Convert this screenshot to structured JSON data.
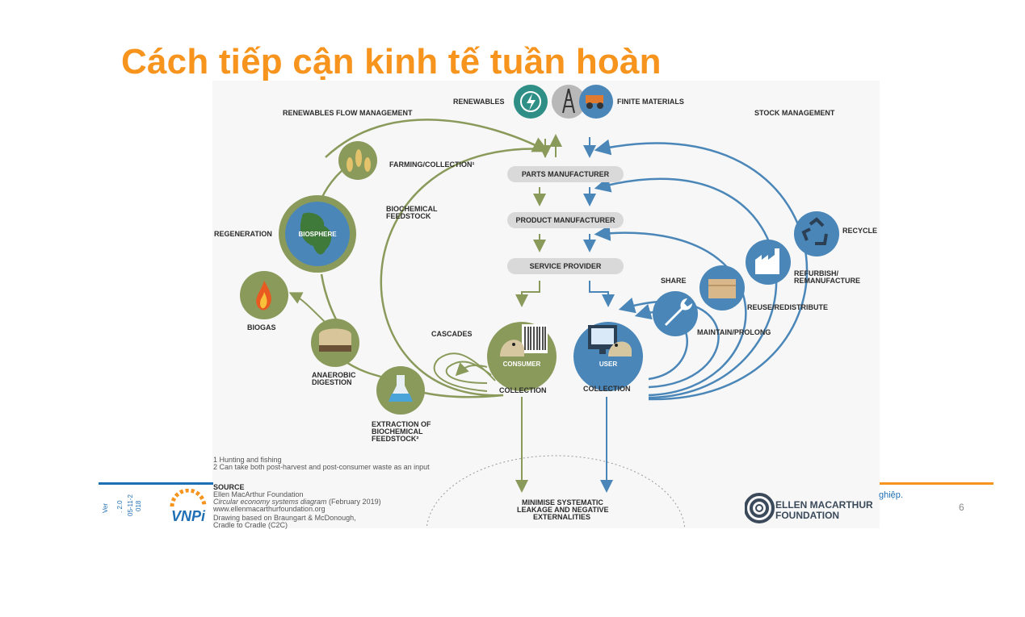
{
  "slide": {
    "title": "Cách tiếp cận kinh tế tuần hoàn",
    "footer_text": "ghiệp.",
    "page_number": "6",
    "version_lines": [
      "Ver",
      ". 2.0",
      "05-11-2",
      "018"
    ],
    "vnpi_logo_text": "VNPi"
  },
  "diagram": {
    "top": {
      "renewables": "RENEWABLES",
      "finite": "FINITE MATERIALS"
    },
    "left_header": "RENEWABLES FLOW MANAGEMENT",
    "right_header": "STOCK MANAGEMENT",
    "chain": [
      "PARTS MANUFACTURER",
      "PRODUCT MANUFACTURER",
      "SERVICE PROVIDER"
    ],
    "consumer": "CONSUMER",
    "user": "USER",
    "biosphere": "BIOSPHERE",
    "left_labels": {
      "farming": "FARMING/COLLECTION¹",
      "biochemical_1": "BIOCHEMICAL",
      "biochemical_2": "FEEDSTOCK",
      "regeneration": "REGENERATION",
      "biogas": "BIOGAS",
      "anaerobic_1": "ANAEROBIC",
      "anaerobic_2": "DIGESTION",
      "cascades": "CASCADES",
      "extraction_1": "EXTRACTION OF",
      "extraction_2": "BIOCHEMICAL",
      "extraction_3": "FEEDSTOCK²",
      "collection_consumer": "COLLECTION"
    },
    "right_labels": {
      "recycle": "RECYCLE",
      "refurbish_1": "REFURBISH/",
      "refurbish_2": "REMANUFACTURE",
      "reuse": "REUSE/REDISTRIBUTE",
      "share": "SHARE",
      "maintain": "MAINTAIN/PROLONG",
      "collection_user": "COLLECTION"
    },
    "bottom": [
      "MINIMISE SYSTEMATIC",
      "LEAKAGE AND NEGATIVE",
      "EXTERNALITIES"
    ],
    "footnotes": [
      "1 Hunting and fishing",
      "2 Can take both post-harvest and post-consumer waste as an input"
    ],
    "source": {
      "heading": "SOURCE",
      "line1": "Ellen MacArthur Foundation",
      "line2": "Circular economy systems diagram",
      "line2_suffix": " (February 2019)",
      "line3": "www.ellenmacarthurfoundation.org",
      "line4": "Drawing based on Braungart & McDonough,",
      "line5": "Cradle to Cradle (C2C)"
    },
    "foundation_logo": [
      "ELLEN MACARTHUR",
      "FOUNDATION"
    ],
    "colors": {
      "bio": "#8a9a5b",
      "tech": "#4a86b8",
      "bio_light": "#b5c08c",
      "grey": "#c8c8c8"
    }
  }
}
